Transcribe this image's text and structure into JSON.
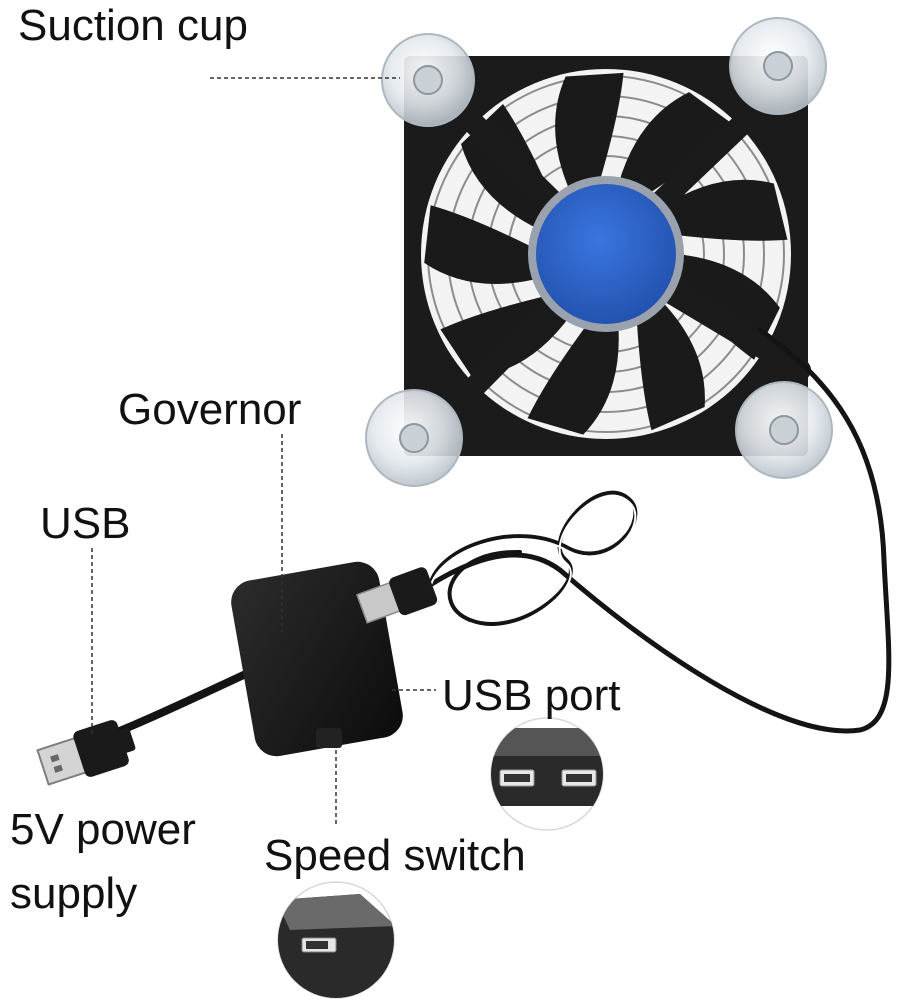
{
  "labels": {
    "suction_cup": "Suction cup",
    "governor": "Governor",
    "usb": "USB",
    "usb_port": "USB port",
    "power_supply_line1": "5V power",
    "power_supply_line2": "supply",
    "speed_switch": "Speed switch"
  },
  "colors": {
    "fan_frame": "#1b1b1b",
    "fan_hub": "#2a62c9",
    "hub_ring": "#9aa3ad",
    "cable": "#141414",
    "suction_cup": "#dfe5ea"
  },
  "icons": [
    "fan-icon",
    "suction-cup-icon",
    "usb-plug-icon",
    "governor-box-icon",
    "usb-port-icon",
    "speed-switch-icon"
  ]
}
